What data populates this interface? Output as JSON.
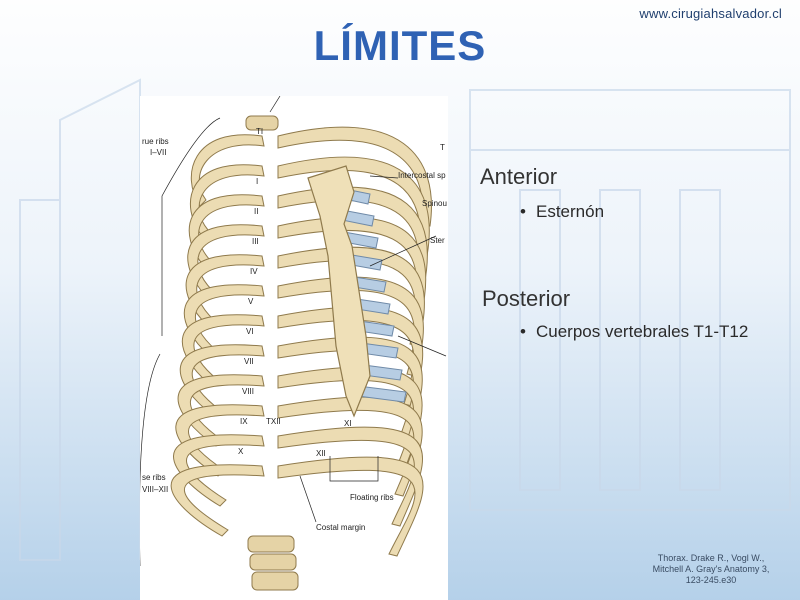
{
  "header": {
    "site_url": "www.cirugiahsalvador.cl",
    "title": "LÍMITES"
  },
  "figure": {
    "labels": {
      "true_ribs": "rue ribs",
      "true_ribs_range": "I–VII",
      "false_ribs": "se ribs",
      "false_ribs_range": "VIII–XII",
      "intercostal": "Intercostal sp",
      "spinous": "Spinou",
      "sternum": "Ster",
      "t_label": "T",
      "floating_ribs": "Floating ribs",
      "costal_margin": "Costal margin",
      "t1": "TI",
      "txii": "TXII",
      "xi": "XI",
      "xii": "XII"
    },
    "rib_numerals": [
      "I",
      "II",
      "III",
      "IV",
      "V",
      "VI",
      "VII",
      "VIII",
      "IX",
      "X"
    ]
  },
  "content": {
    "sections": [
      {
        "heading": "Anterior",
        "bullets": [
          "Esternón"
        ]
      },
      {
        "heading": "Posterior",
        "bullets": [
          "Cuerpos vertebrales T1-T12"
        ]
      }
    ]
  },
  "citation": {
    "line1": "Thorax. Drake R., Vogl W.,",
    "line2": "Mitchell A. Gray's Anatomy 3,",
    "line3": "123-245.e30"
  }
}
